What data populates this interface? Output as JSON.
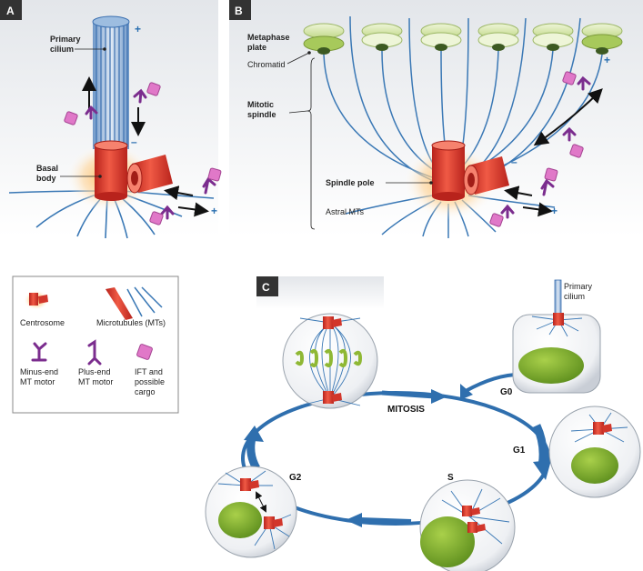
{
  "panel_a": {
    "tag": "A",
    "primary_cilium": [
      "Primary",
      "cilium"
    ],
    "basal_body": [
      "Basal",
      "body"
    ],
    "plus": "+",
    "minus": "–"
  },
  "panel_b": {
    "tag": "B",
    "metaphase_plate": [
      "Metaphase",
      "plate"
    ],
    "chromatid": "Chromatid",
    "mitotic_spindle": [
      "Mitotic",
      "spindle"
    ],
    "spindle_pole": "Spindle pole",
    "astral_mts": "Astral MTs",
    "plus": "+",
    "minus": "–"
  },
  "legend": {
    "centrosome": "Centrosome",
    "microtubules": "Microtubules (MTs)",
    "minus_motor": [
      "Minus-end",
      "MT motor"
    ],
    "plus_motor": [
      "Plus-end",
      "MT motor"
    ],
    "ift": [
      "IFT and",
      "possible",
      "cargo"
    ]
  },
  "panel_c": {
    "tag": "C",
    "primary_cilium": [
      "Primary",
      "cilium"
    ],
    "phases": {
      "mitosis": "MITOSIS",
      "g0": "G0",
      "g1": "G1",
      "s": "S",
      "g2": "G2"
    }
  },
  "colors": {
    "centrosome_red": "#e0352b",
    "microtubule_blue": "#3a78b5",
    "motor_purple": "#7b2d8e",
    "cargo_pink": "#e078c8",
    "nucleus_green": "#7cab2e",
    "cycle_arrow_blue": "#2f6fae"
  }
}
